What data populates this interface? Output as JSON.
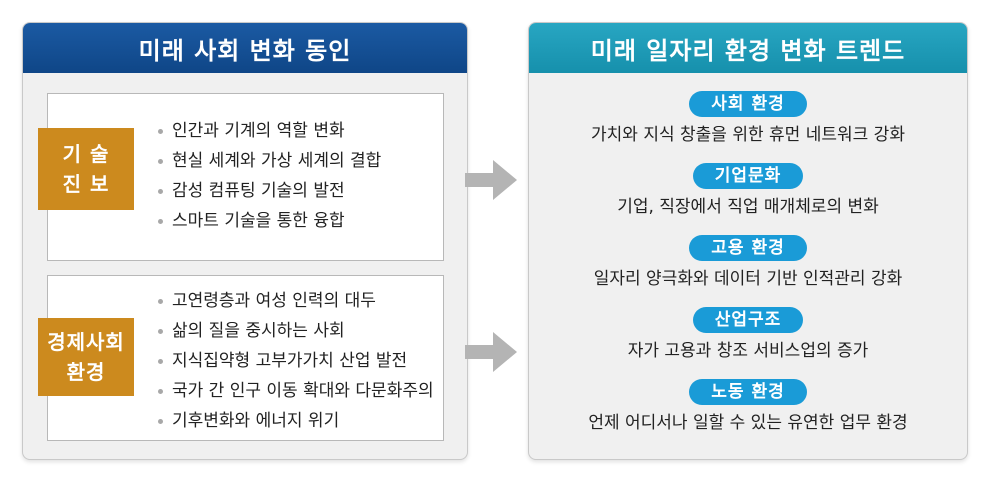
{
  "left_panel": {
    "title": "미래 사회 변화 동인",
    "factors": [
      {
        "label_line1": "기 술",
        "label_line2": "진 보",
        "items": [
          "인간과 기계의 역할 변화",
          "현실 세계와 가상 세계의 결합",
          "감성 컴퓨팅 기술의 발전",
          "스마트 기술을 통한 융합"
        ]
      },
      {
        "label_line1": "경제사회",
        "label_line2": "환경",
        "items": [
          "고연령층과 여성 인력의 대두",
          "삶의 질을 중시하는 사회",
          "지식집약형 고부가가치 산업 발전",
          "국가 간 인구 이동 확대와 다문화주의",
          "기후변화와 에너지 위기"
        ]
      }
    ]
  },
  "right_panel": {
    "title": "미래 일자리 환경 변화 트렌드",
    "trends": [
      {
        "tag": "사회 환경",
        "desc": "가치와 지식 창출을 위한 휴먼 네트워크 강화"
      },
      {
        "tag": "기업문화",
        "desc": "기업, 직장에서 직업 매개체로의 변화"
      },
      {
        "tag": "고용 환경",
        "desc": "일자리 양극화와 데이터 기반 인적관리 강화"
      },
      {
        "tag": "산업구조",
        "desc": "자가 고용과  창조 서비스업의 증가"
      },
      {
        "tag": "노동 환경",
        "desc": "언제 어디서나 일할 수 있는 유연한 업무 환경"
      }
    ]
  },
  "colors": {
    "left_header": "#1b5aa3",
    "right_header": "#28a6c2",
    "factor_tag": "#cc8a1e",
    "trend_tag": "#1a9bd7",
    "arrow": "#b4b4b4"
  }
}
